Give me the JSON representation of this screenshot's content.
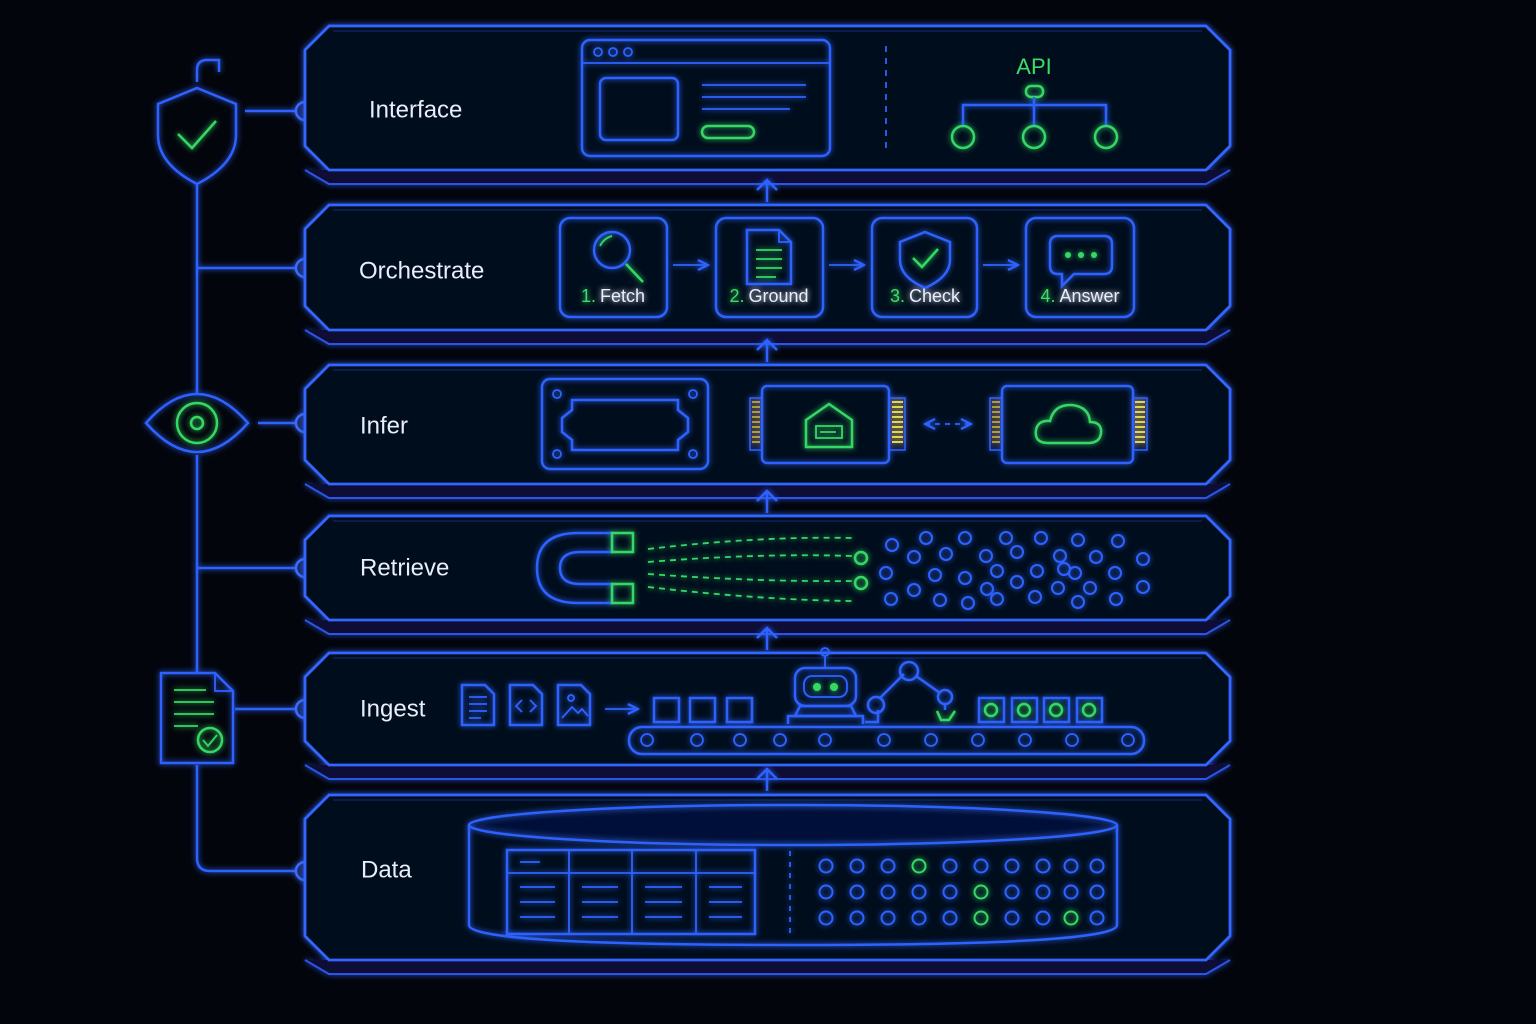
{
  "layers": {
    "interface": {
      "label": "Interface",
      "api_label": "API"
    },
    "orchestrate": {
      "label": "Orchestrate",
      "steps": [
        {
          "num": "1.",
          "label": "Fetch"
        },
        {
          "num": "2.",
          "label": "Ground"
        },
        {
          "num": "3.",
          "label": "Check"
        },
        {
          "num": "4.",
          "label": "Answer"
        }
      ]
    },
    "infer": {
      "label": "Infer"
    },
    "retrieve": {
      "label": "Retrieve"
    },
    "ingest": {
      "label": "Ingest"
    },
    "data": {
      "label": "Data"
    }
  },
  "icons": {
    "governance": [
      "shield-check-icon",
      "eye-icon",
      "document-check-icon"
    ],
    "interface": [
      "browser-window-icon",
      "api-tree-icon"
    ],
    "orchestrate": [
      "magnifier-icon",
      "document-icon",
      "shield-check-icon",
      "chat-bubble-icon"
    ],
    "infer": [
      "chip-empty-icon",
      "chip-home-icon",
      "chip-cloud-icon",
      "bidirectional-arrow-icon"
    ],
    "retrieve": [
      "magnet-icon",
      "vector-dots-icon"
    ],
    "ingest": [
      "text-file-icon",
      "code-file-icon",
      "image-file-icon",
      "robot-icon",
      "robot-arm-icon",
      "conveyor-belt-icon"
    ],
    "data": [
      "database-cylinder-icon",
      "table-icon",
      "dot-matrix-icon"
    ]
  },
  "colors": {
    "accent_blue": "#2f62ff",
    "accent_green": "#35d865",
    "background": "#03050c",
    "text": "#e9eefc"
  }
}
